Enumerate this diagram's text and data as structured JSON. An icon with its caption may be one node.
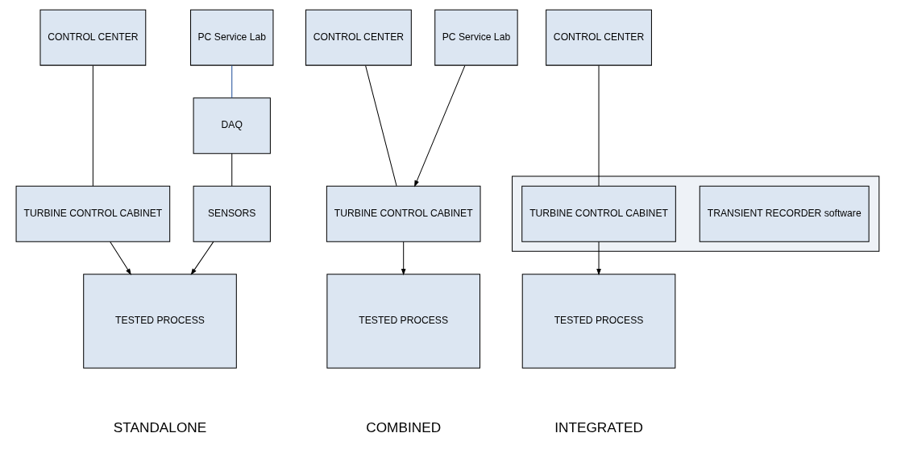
{
  "diagram": {
    "nodes": [
      {
        "text": [
          "CONTROL CENTER"
        ]
      },
      {
        "text": [
          "PC Service Lab"
        ]
      },
      {
        "text": [
          "DAQ"
        ]
      },
      {
        "text": [
          "TURBINE CONTROL CABINET"
        ]
      },
      {
        "text": [
          "SENSORS"
        ]
      },
      {
        "text": [
          "TESTED PROCESS"
        ]
      },
      {
        "text": [
          "CONTROL CENTER"
        ]
      },
      {
        "text": [
          "PC Service Lab"
        ]
      },
      {
        "text": [
          "TURBINE CONTROL CABINET"
        ]
      },
      {
        "text": [
          "TESTED PROCESS"
        ]
      },
      {
        "text": [
          "CONTROL CENTER"
        ]
      },
      {
        "text": [],
        "shape": "box"
      },
      {
        "text": [
          "TURBINE CONTROL CABINET"
        ],
        "in": 11
      },
      {
        "text": [
          "TRANSIENT RECORDER software"
        ],
        "in": 11
      },
      {
        "text": [
          "TESTED PROCESS"
        ]
      }
    ],
    "edges": [
      {
        "from": 0,
        "to": 3,
        "arrow": "none"
      },
      {
        "from": 1,
        "to": 2,
        "arrow": "none",
        "color": "#1f4e9a"
      },
      {
        "from": 2,
        "to": 4,
        "arrow": "none"
      },
      {
        "from": 3,
        "to": 5,
        "arrow": "to"
      },
      {
        "from": 4,
        "to": 5,
        "arrow": "to"
      },
      {
        "from": 6,
        "to": 8,
        "arrow": "none"
      },
      {
        "from": 7,
        "to": 8,
        "arrow": "to"
      },
      {
        "from": 8,
        "to": 9,
        "arrow": "to"
      },
      {
        "from": 10,
        "to": 12,
        "arrow": "none"
      },
      {
        "from": 12,
        "to": 14,
        "arrow": "to"
      }
    ],
    "labels": [
      "STANDALONE",
      "COMBINED",
      "INTEGRATED"
    ]
  }
}
